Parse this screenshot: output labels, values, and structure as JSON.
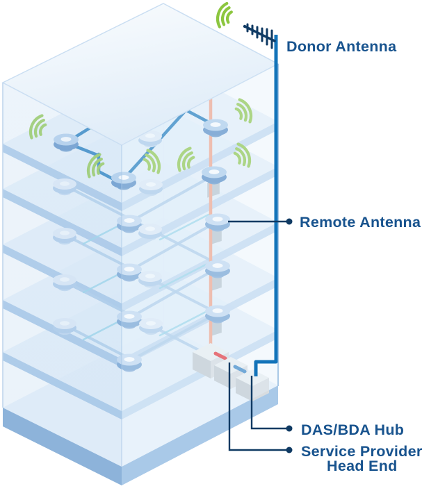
{
  "title": "In-Building DAS / BDA System Diagram",
  "labels": {
    "donor": "Donor Antenna",
    "remote": "Remote Antenna",
    "hub": "DAS/BDA Hub",
    "sp1": "Service Provider",
    "sp2": "Head End"
  },
  "colors": {
    "label_text": "#18538e",
    "leader_navy": "#0f3a63",
    "cable_blue": "#1273b9",
    "pale_cable": "#a9cae8",
    "teal_cable": "#8fd2e8",
    "signal_green": "#8cc63f",
    "riser_orange": "#f5a183",
    "connector_red": "#e8262b",
    "connector_blue": "#2e7ec2",
    "building_slab": "#9cc0e4",
    "building_wall": "#dfecf8"
  },
  "structure": {
    "floors": 6,
    "remote_antenna_count": 21,
    "active_antennas_with_signal": 6,
    "hub_boxes": 3,
    "riser_type": "coax riser",
    "components": [
      "donor-antenna-icon",
      "remote-antenna-icon",
      "wifi-signal-icon",
      "riser-cable",
      "donor-feed-cable",
      "das-bda-hub-box",
      "service-provider-head-end-box",
      "wall-plate-icon"
    ]
  }
}
